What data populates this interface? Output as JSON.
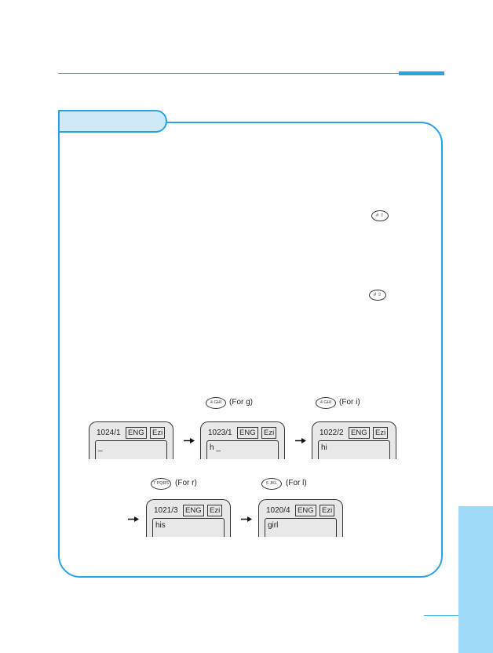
{
  "examples": {
    "screens": [
      {
        "counter": "1024/1",
        "mode": "ENG",
        "input_mode": "Ezi",
        "text": "_"
      },
      {
        "counter": "1023/1",
        "mode": "ENG",
        "input_mode": "Ezi",
        "text": "h _"
      },
      {
        "counter": "1022/2",
        "mode": "ENG",
        "input_mode": "Ezi",
        "text": "hi"
      },
      {
        "counter": "1021/3",
        "mode": "ENG",
        "input_mode": "Ezi",
        "text": "his"
      },
      {
        "counter": "1020/4",
        "mode": "ENG",
        "input_mode": "Ezi",
        "text": "girl"
      }
    ],
    "keys": [
      {
        "icon": "key-4-icon",
        "glyph": "4 GHI",
        "label": "(For g)"
      },
      {
        "icon": "key-4-icon",
        "glyph": "4 GHI",
        "label": "(For i)"
      },
      {
        "icon": "key-7-icon",
        "glyph": "7 PQRS",
        "label": "(For r)"
      },
      {
        "icon": "key-5-icon",
        "glyph": "5 JKL",
        "label": "(For l)"
      }
    ],
    "hash_key_glyph": "# ⇧"
  },
  "colors": {
    "accent": "#2aa3e6",
    "tab": "#9fd9f7",
    "pill": "#cfe9fb",
    "screen": "#e8e8e8"
  }
}
